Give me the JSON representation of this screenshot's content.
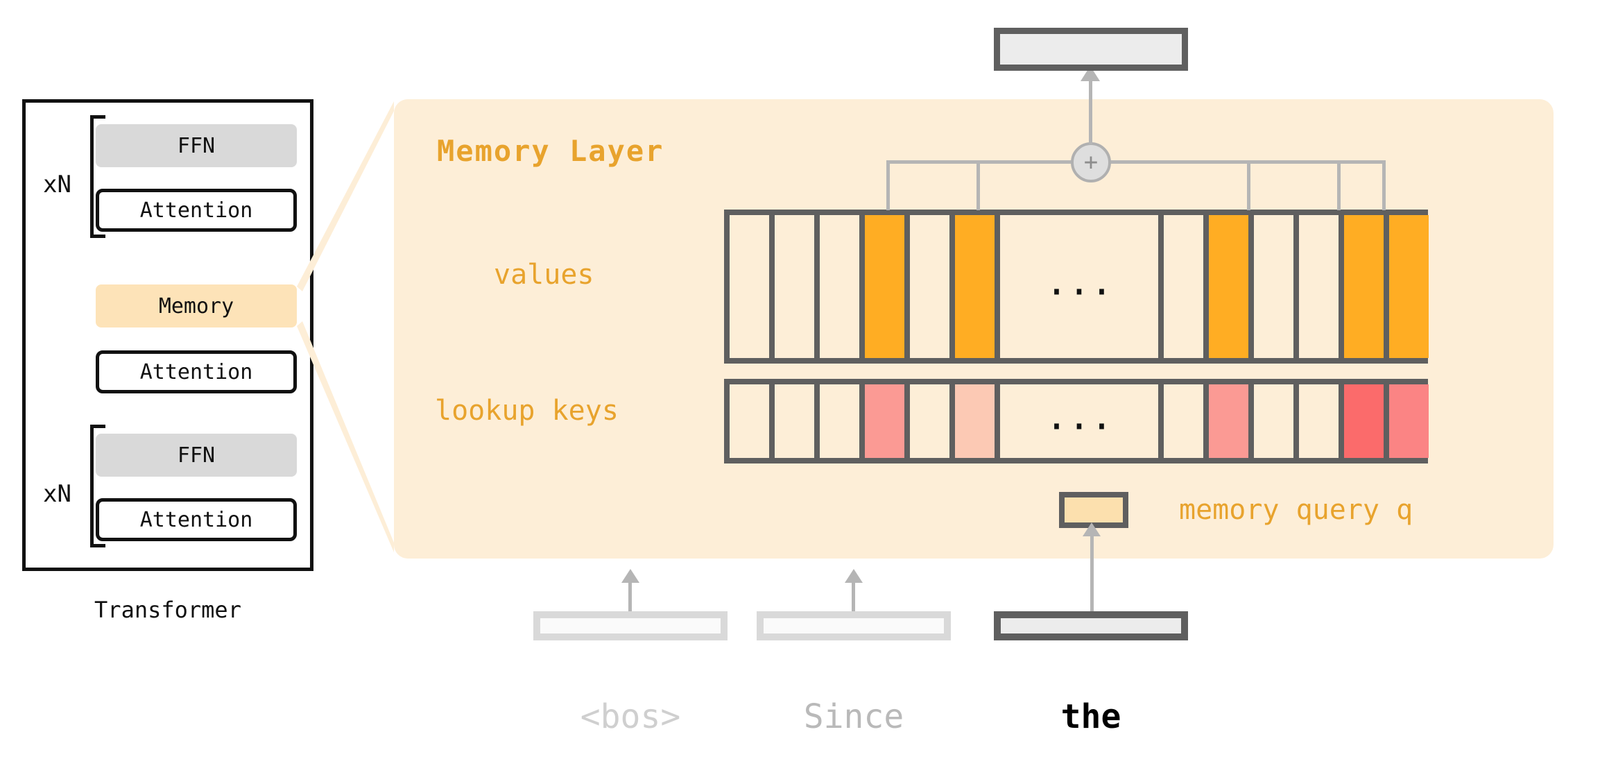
{
  "transformer": {
    "caption": "Transformer",
    "repeat_label": "xN",
    "blocks": {
      "ffn": "FFN",
      "attention": "Attention",
      "memory": "Memory"
    },
    "top_stack": [
      "FFN",
      "Attention"
    ],
    "middle_stack": [
      "Memory",
      "Attention"
    ],
    "bottom_stack": [
      "FFN",
      "Attention"
    ]
  },
  "memory_layer": {
    "title": "Memory Layer",
    "values_label": "values",
    "keys_label": "lookup keys",
    "query_label": "memory query q",
    "ellipsis": "...",
    "sum_symbol": "+"
  },
  "tokens": [
    {
      "text": "<bos>",
      "active": false
    },
    {
      "text": "Since",
      "active": false
    },
    {
      "text": "the",
      "active": true
    }
  ],
  "colors": {
    "panel_bg": "#fdeed7",
    "accent_orange": "#e8a32d",
    "value_highlight": "#ffad23",
    "key_highlight_strong": "#fb6b6b",
    "key_highlight_mid": "#fb9a94",
    "key_highlight_light": "#fcc9b4",
    "cell_empty": "#fdeed7",
    "grid_border": "#5f5f5f",
    "wire": "#b5b5b5",
    "memory_block": "#fde3b8",
    "ffn_block": "#d9d9d9",
    "token_active_border": "#5f5f5f",
    "token_dim_border": "#d9d9d9"
  },
  "chart_data": {
    "type": "heatmap",
    "title": "Memory Layer lookup",
    "rows": [
      "values",
      "lookup keys"
    ],
    "columns": 13,
    "column_is_ellipsis": [
      false,
      false,
      false,
      false,
      false,
      false,
      true,
      false,
      false,
      false,
      false,
      false,
      false
    ],
    "series": [
      {
        "name": "values",
        "values": [
          0,
          0,
          0,
          1,
          0,
          1,
          null,
          0,
          1,
          0,
          0,
          1,
          1
        ],
        "colors": [
          "#fdeed7",
          "#fdeed7",
          "#fdeed7",
          "#ffad23",
          "#fdeed7",
          "#ffad23",
          null,
          "#fdeed7",
          "#ffad23",
          "#fdeed7",
          "#fdeed7",
          "#ffad23",
          "#ffad23"
        ]
      },
      {
        "name": "lookup keys",
        "values": [
          0,
          0,
          0,
          0.7,
          0,
          0.35,
          null,
          0,
          0.7,
          0,
          0,
          1.0,
          0.85
        ],
        "colors": [
          "#fdeed7",
          "#fdeed7",
          "#fdeed7",
          "#fb9a94",
          "#fdeed7",
          "#fcc9b4",
          null,
          "#fdeed7",
          "#fb9a94",
          "#fdeed7",
          "#fdeed7",
          "#fb6b6b",
          "#fb8484"
        ]
      }
    ],
    "selected_columns": [
      4,
      6,
      9,
      12,
      13
    ],
    "legend": [],
    "grid": true
  }
}
